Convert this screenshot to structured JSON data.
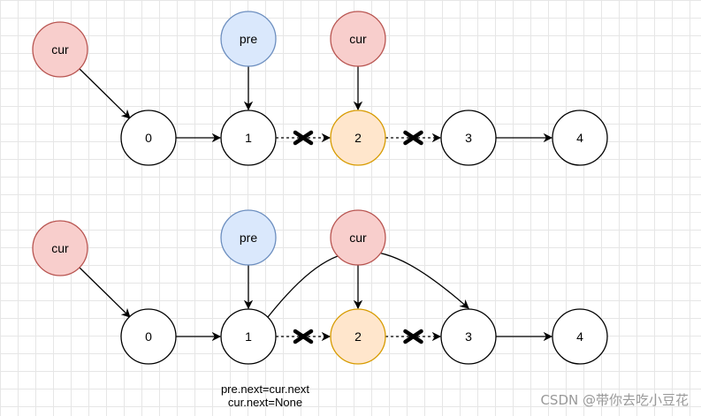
{
  "colors": {
    "cur_fill": "#f8cecc",
    "cur_stroke": "#b85450",
    "pre_fill": "#dae8fc",
    "pre_stroke": "#6c8ebf",
    "highlight_fill": "#ffe6cc",
    "highlight_stroke": "#d79b00",
    "plain_fill": "#ffffff",
    "plain_stroke": "#000000"
  },
  "diagrams": [
    {
      "nodes": [
        {
          "id": "cur-a",
          "label": "cur",
          "style": "cur"
        },
        {
          "id": "pre",
          "label": "pre",
          "style": "pre"
        },
        {
          "id": "cur-b",
          "label": "cur",
          "style": "cur"
        },
        {
          "id": "n0",
          "label": "0",
          "style": "plain"
        },
        {
          "id": "n1",
          "label": "1",
          "style": "plain"
        },
        {
          "id": "n2",
          "label": "2",
          "style": "highlight"
        },
        {
          "id": "n3",
          "label": "3",
          "style": "plain"
        },
        {
          "id": "n4",
          "label": "4",
          "style": "plain"
        }
      ]
    },
    {
      "nodes": [
        {
          "id": "cur-a",
          "label": "cur",
          "style": "cur"
        },
        {
          "id": "pre",
          "label": "pre",
          "style": "pre"
        },
        {
          "id": "cur-b",
          "label": "cur",
          "style": "cur"
        },
        {
          "id": "n0",
          "label": "0",
          "style": "plain"
        },
        {
          "id": "n1",
          "label": "1",
          "style": "plain"
        },
        {
          "id": "n2",
          "label": "2",
          "style": "highlight"
        },
        {
          "id": "n3",
          "label": "3",
          "style": "plain"
        },
        {
          "id": "n4",
          "label": "4",
          "style": "plain"
        }
      ],
      "caption_lines": [
        "pre.next=cur.next",
        "cur.next=None"
      ]
    }
  ],
  "watermark": "CSDN @带你去吃小豆花"
}
